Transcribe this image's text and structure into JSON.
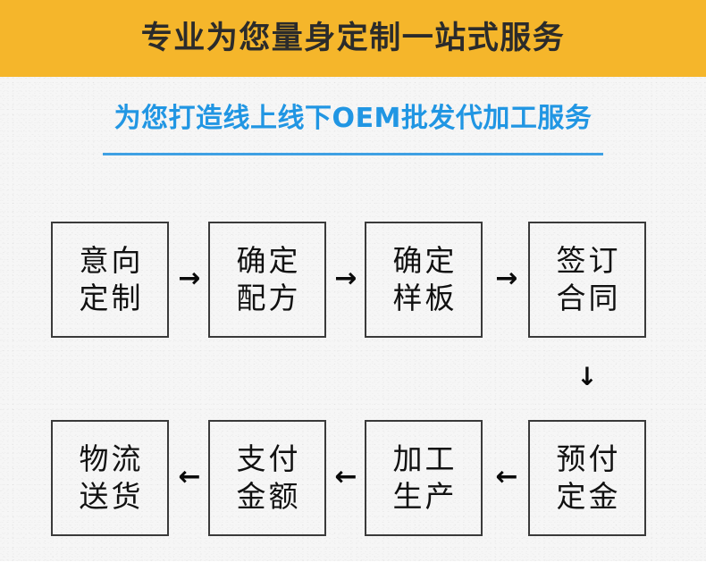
{
  "header": {
    "title": "专业为您量身定制一站式服务",
    "background_color": "#F5B62B",
    "text_color": "#2b2b2b"
  },
  "subtitle": {
    "text": "为您打造线上线下OEM批发代加工服务",
    "color": "#2196E3",
    "rule_color": "#3FA0E3"
  },
  "background": {
    "body_color": "#F6F6F6",
    "page_color": "#FFFFFF"
  },
  "flow": {
    "box_border_color": "#3a3a3a",
    "box_text_color": "#111111",
    "row1": [
      {
        "name": "intent-customization",
        "line1": "意向",
        "line2": "定制"
      },
      {
        "name": "confirm-formula",
        "line1": "确定",
        "line2": "配方"
      },
      {
        "name": "confirm-sample",
        "line1": "确定",
        "line2": "样板"
      },
      {
        "name": "sign-contract",
        "line1": "签订",
        "line2": "合同"
      }
    ],
    "row2": [
      {
        "name": "logistics-delivery",
        "line1": "物流",
        "line2": "送货"
      },
      {
        "name": "pay-amount",
        "line1": "支付",
        "line2": "金额"
      },
      {
        "name": "processing-production",
        "line1": "加工",
        "line2": "生产"
      },
      {
        "name": "prepay-deposit",
        "line1": "预付",
        "line2": "定金"
      }
    ],
    "arrows": {
      "right": "→",
      "left": "←",
      "down": "↓"
    }
  }
}
